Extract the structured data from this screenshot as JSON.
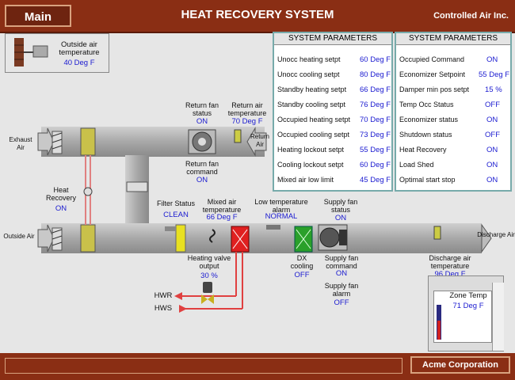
{
  "header": {
    "main_button": "Main",
    "title": "HEAT RECOVERY SYSTEM",
    "company": "Controlled Air Inc."
  },
  "footer": {
    "company": "Acme Corporation"
  },
  "outside_air": {
    "label": "Outside air temperature",
    "value": "40 Deg F"
  },
  "params1": {
    "title": "SYSTEM PARAMETERS",
    "rows": [
      {
        "label": "Unocc heating setpt",
        "value": "60 Deg F"
      },
      {
        "label": "Unocc cooling setpt",
        "value": "80 Deg F"
      },
      {
        "label": "Standby heating setpt",
        "value": "66 Deg F"
      },
      {
        "label": "Standby cooling setpt",
        "value": "76 Deg F"
      },
      {
        "label": "Occupied  heating setpt",
        "value": "70 Deg F"
      },
      {
        "label": "Occupied  cooling setpt",
        "value": "73 Deg F"
      },
      {
        "label": "Heating lockout setpt",
        "value": "55 Deg F"
      },
      {
        "label": "Cooling lockout setpt",
        "value": "60 Deg F"
      },
      {
        "label": "Mixed air low limit",
        "value": "45 Deg F"
      }
    ]
  },
  "params2": {
    "title": "SYSTEM PARAMETERS",
    "rows": [
      {
        "label": "Occupied Command",
        "value": "ON"
      },
      {
        "label": "Economizer Setpoint",
        "value": "55 Deg F"
      },
      {
        "label": "Damper min pos setpt",
        "value": "15 %"
      },
      {
        "label": "Temp Occ Status",
        "value": "OFF"
      },
      {
        "label": "Economizer status",
        "value": "ON"
      },
      {
        "label": "Shutdown status",
        "value": "OFF"
      },
      {
        "label": "Heat Recovery",
        "value": "ON"
      },
      {
        "label": "Load Shed",
        "value": "ON"
      },
      {
        "label": "Optimal start stop",
        "value": "ON"
      }
    ]
  },
  "diagram": {
    "exhaust_air": "Exhaust Air",
    "return_air": "Return Air",
    "outside_air": "Outside Air",
    "discharge_air": "Discharge Air",
    "return_fan_status": {
      "label": "Return fan status",
      "value": "ON"
    },
    "return_air_temp": {
      "label": "Return air temperature",
      "value": "70 Deg F"
    },
    "return_fan_command": {
      "label": "Return fan command",
      "value": "ON"
    },
    "heat_recovery": {
      "label": "Heat Recovery",
      "value": "ON"
    },
    "filter_status": {
      "label": "Filter Status",
      "value": "CLEAN"
    },
    "mixed_air_temp": {
      "label": "Mixed air temperature",
      "value": "66 Deg F"
    },
    "low_temp_alarm": {
      "label": "Low temperature alarm",
      "value": "NORMAL"
    },
    "supply_fan_status": {
      "label": "Supply fan status",
      "value": "ON"
    },
    "heating_valve": {
      "label": "Heating valve output",
      "value": "30 %"
    },
    "dx_cooling": {
      "label": "DX cooling",
      "value": "OFF"
    },
    "supply_fan_command": {
      "label": "Supply fan command",
      "value": "ON"
    },
    "supply_fan_alarm": {
      "label": "Supply fan alarm",
      "value": "OFF"
    },
    "discharge_air_temp": {
      "label": "Discharge air temperature",
      "value": "96 Deg F"
    },
    "hwr": "HWR",
    "hws": "HWS"
  },
  "zone": {
    "label": "Zone Temp",
    "value": "71 Deg F"
  }
}
